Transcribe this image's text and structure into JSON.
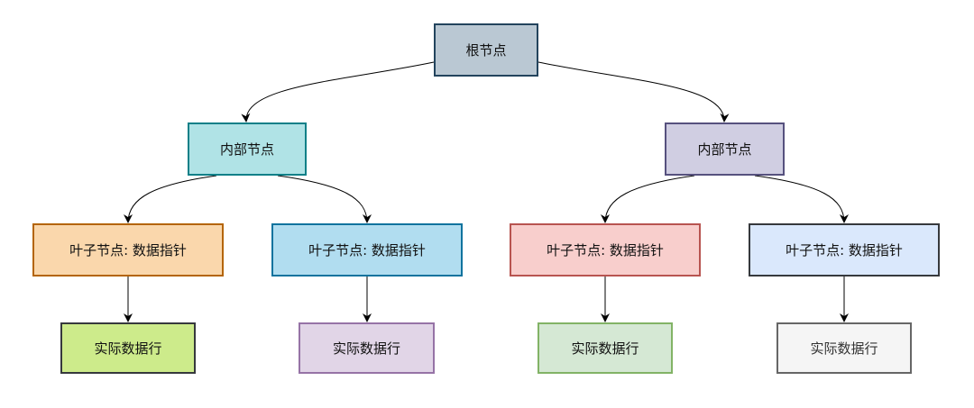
{
  "diagram": {
    "root": {
      "label": "根节点",
      "fill": "#bac8d3",
      "stroke": "#23445d"
    },
    "internal_nodes": [
      {
        "label": "内部节点",
        "fill": "#b0e3e6",
        "stroke": "#0e8088"
      },
      {
        "label": "内部节点",
        "fill": "#d0cee2",
        "stroke": "#56517e"
      }
    ],
    "leaf_nodes": [
      {
        "label": "叶子节点: 数据指针",
        "fill": "#fad7ac",
        "stroke": "#b46504"
      },
      {
        "label": "叶子节点: 数据指针",
        "fill": "#b1ddf0",
        "stroke": "#10739e"
      },
      {
        "label": "叶子节点: 数据指针",
        "fill": "#f8cecc",
        "stroke": "#b85450"
      },
      {
        "label": "叶子节点: 数据指针",
        "fill": "#dae8fc",
        "stroke": "#36393d"
      }
    ],
    "data_rows": [
      {
        "label": "实际数据行",
        "fill": "#cdeb8b",
        "stroke": "#36393d"
      },
      {
        "label": "实际数据行",
        "fill": "#e1d5e7",
        "stroke": "#9673a6"
      },
      {
        "label": "实际数据行",
        "fill": "#d5e8d4",
        "stroke": "#82b366"
      },
      {
        "label": "实际数据行",
        "fill": "#f5f5f5",
        "stroke": "#666666"
      }
    ],
    "edge_color": "#000000"
  }
}
